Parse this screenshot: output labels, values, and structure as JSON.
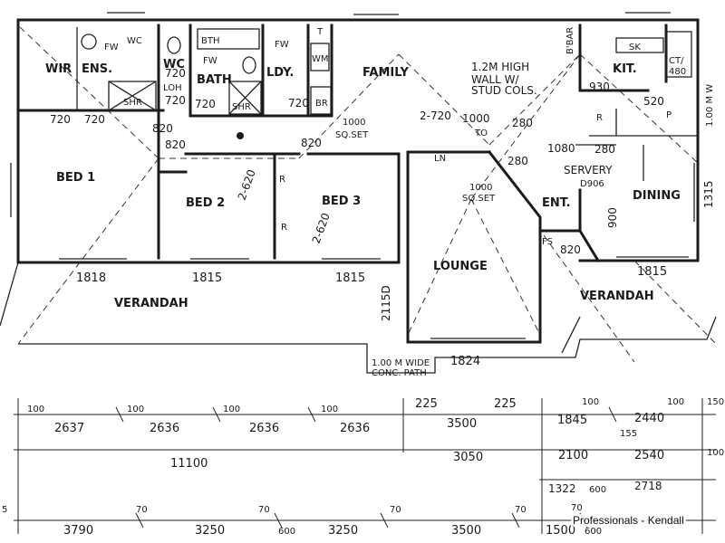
{
  "rooms": {
    "wir": "WIR",
    "ens": "ENS.",
    "wc": "WC",
    "bath": "BATH",
    "ldy": "LDY.",
    "family": "FAMILY",
    "kit": "KIT.",
    "bed1": "BED 1",
    "bed2": "BED 2",
    "bed3": "BED 3",
    "ent": "ENT.",
    "dining": "DINING",
    "lounge": "LOUNGE",
    "servery": "SERVERY",
    "verandah_left": "VERANDAH",
    "verandah_right": "VERANDAH"
  },
  "fixtures": {
    "fw1": "FW",
    "wc_mark": "WC",
    "shr1": "SHR",
    "loh": "LOH",
    "bth": "BTH",
    "fw2": "FW",
    "shr2": "SHR",
    "fw3": "FW",
    "wm": "WM",
    "t": "T",
    "br": "BR",
    "sk": "SK",
    "ct": "CT/",
    "ct2": "480",
    "r1": "R",
    "r2": "R",
    "r3": "R",
    "p": "P",
    "ln": "LN",
    "fs": "FS"
  },
  "notes": {
    "wall_line1": "1.2M HIGH",
    "wall_line2": "WALL W/",
    "wall_line3": "STUD COLS.",
    "bar_label": "B'BAR",
    "family_area1": "1000",
    "family_area2": "SQ.SET",
    "lounge_area1": "1000",
    "lounge_area2": "SQ.SET",
    "path1": "1.00 M WIDE",
    "path2": "CONC. PATH",
    "servery_dim": "D906",
    "right_margin": "1.00 M W"
  },
  "openings": {
    "wir_720": "720",
    "ens_720": "720",
    "wc_720": "720",
    "loh_720": "720",
    "bath_720": "720",
    "ldy_720": "720",
    "bed1_820": "820",
    "bed2_820": "820",
    "family_820": "820",
    "lounge_2720": "2-720",
    "family_1000": "1000",
    "kit_930": "930",
    "kit_520": "520",
    "bar_280": "280",
    "serv_1080": "1080",
    "serv_280a": "280",
    "serv_280b": "280",
    "ent_900": "900",
    "ent_820": "820",
    "bed2_robe": "2-620",
    "bed3_robe": "2-620",
    "win_1818": "1818",
    "win_1815a": "1815",
    "win_1815b": "1815",
    "win_1815c": "1815",
    "win_1824": "1824",
    "win_1315": "1315",
    "win_2115": "2115D",
    "to": "TO"
  },
  "dimensions": {
    "row1": [
      "100",
      "2637",
      "100",
      "2636",
      "100",
      "2636",
      "100",
      "2636",
      "225",
      "3500",
      "225",
      "1845",
      "100",
      "2440",
      "100",
      "155",
      "150"
    ],
    "row2": [
      "11100",
      "3050",
      "2100",
      "2540",
      "100"
    ],
    "row3": [
      "1322",
      "600",
      "2718"
    ],
    "row4": [
      "5",
      "3790",
      "70",
      "3250",
      "70",
      "600",
      "3250",
      "70",
      "3500",
      "70",
      "1500",
      "70",
      "600"
    ]
  },
  "watermark": "Professionals - Kendall"
}
